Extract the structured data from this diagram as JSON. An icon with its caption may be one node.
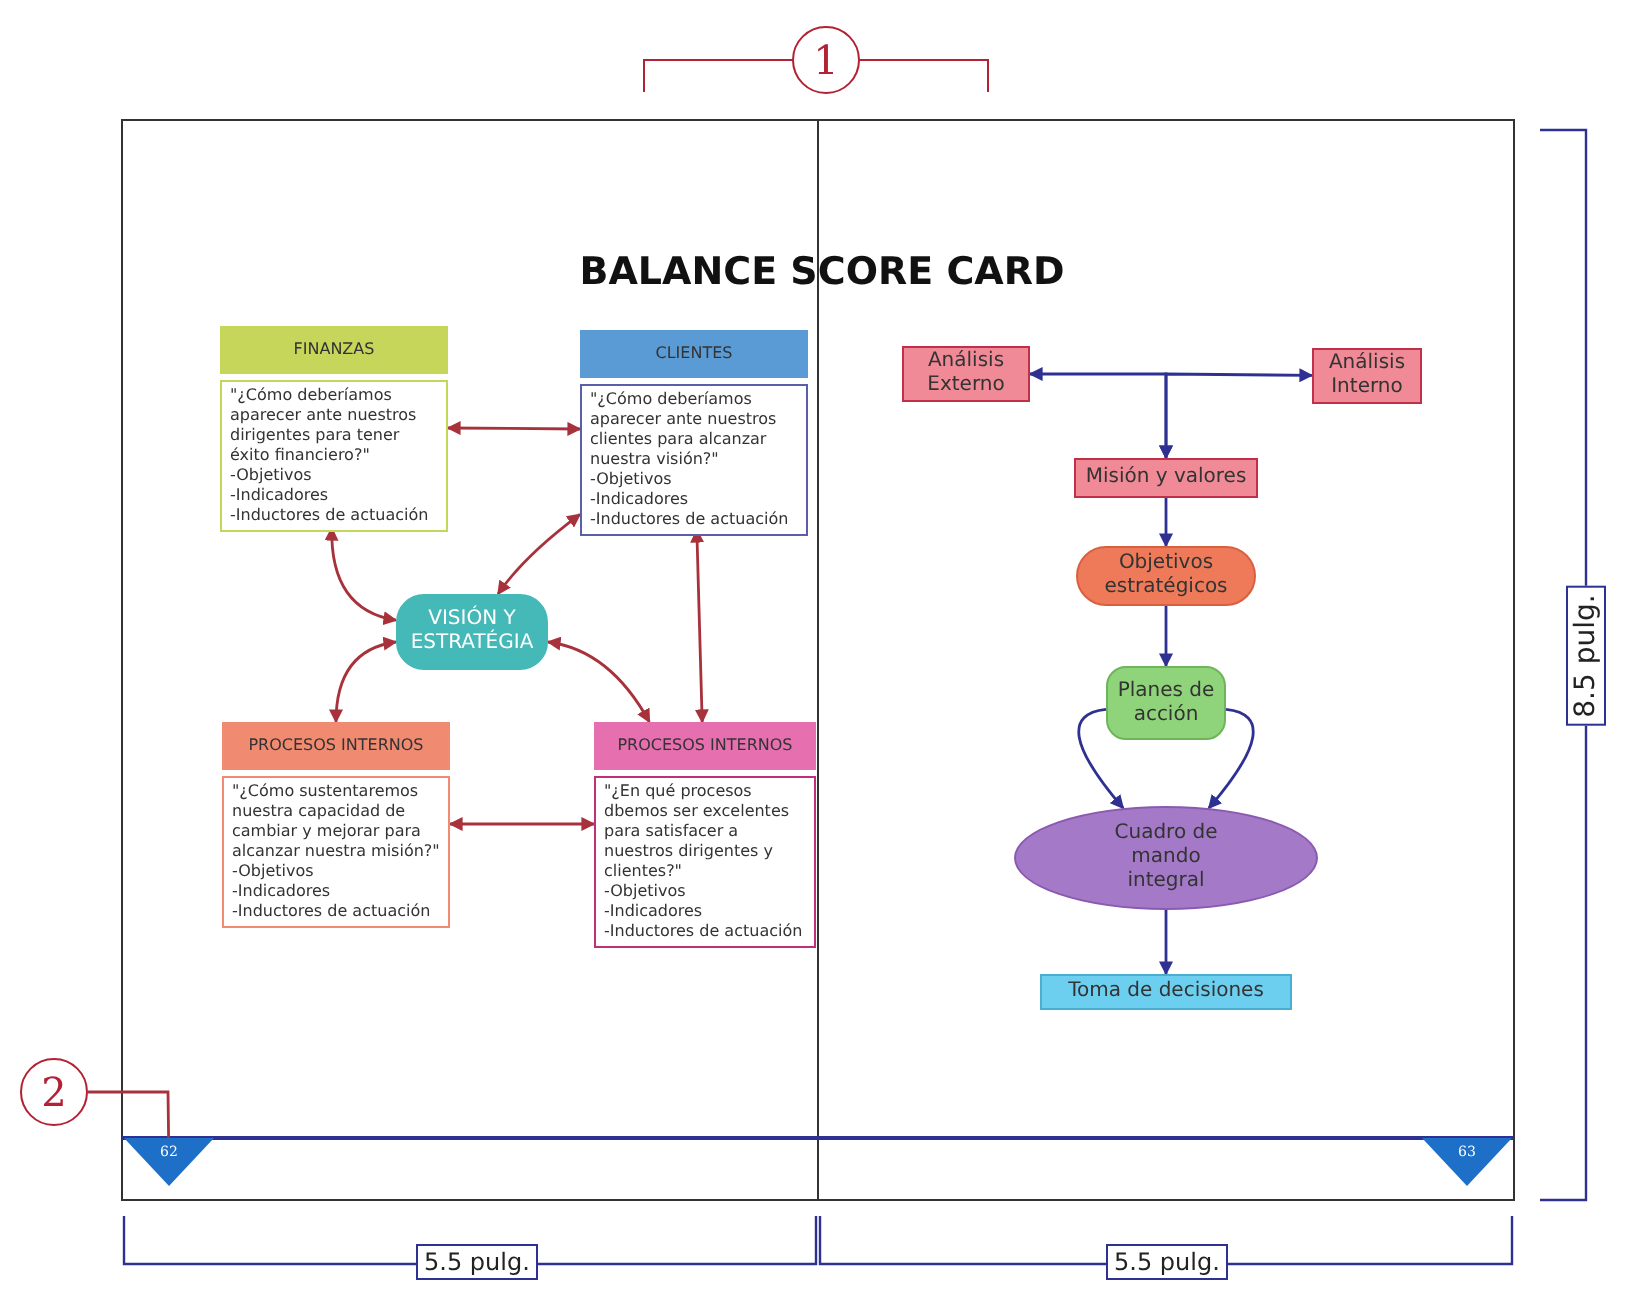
{
  "diagram": {
    "title": "BALANCE SCORE CARD",
    "nodes": [
      {
        "text": [
          "1"
        ]
      },
      {
        "text": [
          "FINANZAS",
          "\"¿Cómo deberíamos aparecer ante nuestros dirigentes para tener éxito financiero?\"",
          "-Objetivos",
          "-Indicadores",
          "-Inductores de actuación"
        ]
      },
      {
        "text": [
          "CLIENTES",
          "\"¿Cómo deberíamos aparecer ante nuestros clientes para alcanzar nuestra visión?\"",
          "-Objetivos",
          "-Indicadores",
          "-Inductores de actuación"
        ]
      },
      {
        "text": [
          "VISIÓN Y ESTRATÉGIA"
        ]
      },
      {
        "text": [
          "PROCESOS INTERNOS",
          "\"¿Cómo sustentaremos nuestra capacidad de cambiar y mejorar para alcanzar nuestra misión?\"",
          "-Objetivos",
          "-Indicadores",
          "-Inductores de actuación"
        ]
      },
      {
        "text": [
          "PROCESOS INTERNOS",
          "\"¿En qué procesos dbemos ser excelentes para satisfacer a nuestros dirigentes y clientes?\"",
          "-Objetivos",
          "-Indicadores",
          "-Inductores de actuación"
        ]
      },
      {
        "text": [
          "Análisis Externo"
        ]
      },
      {
        "text": [
          "Análisis Interno"
        ]
      },
      {
        "text": [
          "Misión y valores"
        ]
      },
      {
        "text": [
          "Objetivos estratégicos"
        ]
      },
      {
        "text": [
          "Planes de acción"
        ]
      },
      {
        "text": [
          "Cuadro de mando integral"
        ]
      },
      {
        "text": [
          "Toma de decisiones"
        ]
      },
      {
        "text": [
          "2"
        ]
      },
      {
        "text": [
          "62"
        ]
      },
      {
        "text": [
          "63"
        ]
      }
    ],
    "edges": [
      {
        "from": 1,
        "to": 2,
        "arrow": "both"
      },
      {
        "from": 1,
        "to": 3,
        "arrow": "both"
      },
      {
        "from": 2,
        "to": 3,
        "arrow": "both"
      },
      {
        "from": 3,
        "to": 4,
        "arrow": "both"
      },
      {
        "from": 3,
        "to": 5,
        "arrow": "both"
      },
      {
        "from": 2,
        "to": 5,
        "arrow": "both"
      },
      {
        "from": 4,
        "to": 5,
        "arrow": "both"
      },
      {
        "from": 6,
        "to": 8,
        "arrow": "both",
        "color": "#2e3192"
      },
      {
        "from": 7,
        "to": 8,
        "arrow": "both",
        "color": "#2e3192"
      },
      {
        "from": 8,
        "to": 9,
        "arrow": "to",
        "color": "#2e3192"
      },
      {
        "from": 9,
        "to": 10,
        "arrow": "to",
        "color": "#2e3192"
      },
      {
        "from": 10,
        "to": 11,
        "arrow": "to",
        "color": "#2e3192"
      },
      {
        "from": 10,
        "to": 11,
        "arrow": "to",
        "color": "#2e3192"
      },
      {
        "from": 11,
        "to": 12,
        "arrow": "to",
        "color": "#2e3192"
      },
      {
        "from": 13,
        "to": 14,
        "arrow": "none"
      }
    ],
    "labels": [
      "8.5 pulg.",
      "5.5 pulg.",
      "5.5 pulg."
    ]
  }
}
